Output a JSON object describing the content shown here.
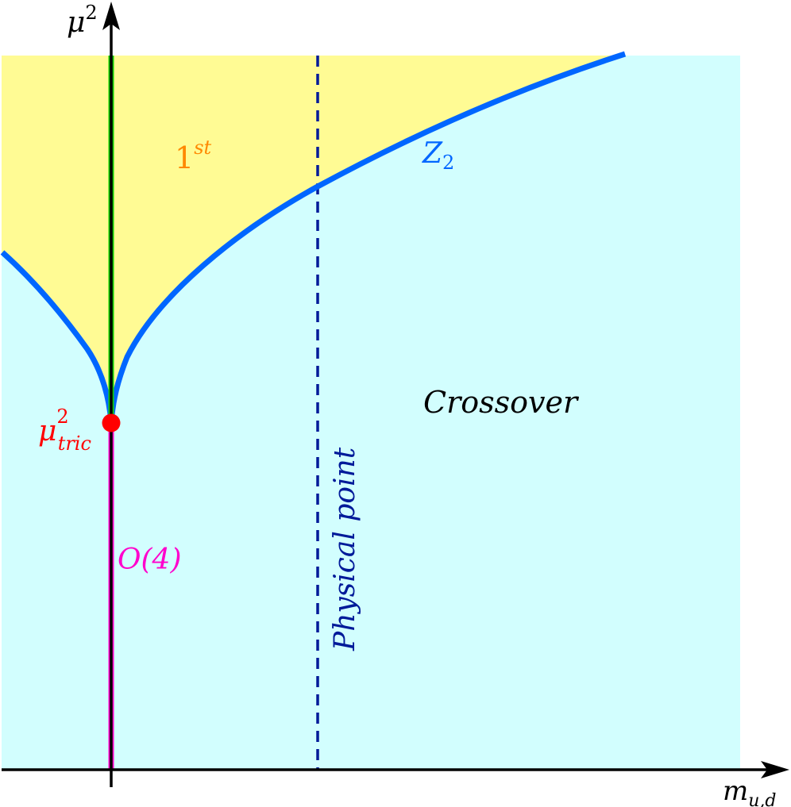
{
  "axes": {
    "y_label": "μ",
    "y_label_sup": "2",
    "x_label": "m",
    "x_label_sub": "u,d"
  },
  "regions": {
    "first_order": {
      "label": "1",
      "label_sup": "st",
      "color": "#fffb94",
      "label_color": "#ff8800"
    },
    "crossover": {
      "label": "Crossover",
      "color": "#d2fefe",
      "label_color": "#000000"
    }
  },
  "lines": {
    "z2": {
      "label": "Z",
      "label_sub": "2",
      "color": "#0066ff"
    },
    "first_order_line": {
      "color": "#11cc00"
    },
    "o4": {
      "label": "O(4)",
      "color": "#ff00cc"
    },
    "physical_point": {
      "label": "Physical point",
      "color": "#001a99"
    }
  },
  "tricritical": {
    "label": "μ",
    "label_sup": "2",
    "label_sub": "tric",
    "color": "#ff0000"
  },
  "chart_data": {
    "type": "diagram",
    "title": "",
    "xlabel": "m_{u,d}",
    "ylabel": "μ²",
    "regions": [
      "1st (first-order)",
      "Crossover"
    ],
    "curves": [
      {
        "name": "Z2",
        "kind": "critical line",
        "shape": "cusp from tricritical point, branches to both sides opening upward"
      },
      {
        "name": "1st",
        "kind": "first-order line along m=0 above μ²_tric"
      },
      {
        "name": "O(4)",
        "kind": "second-order line along m=0 below μ²_tric"
      },
      {
        "name": "Physical point",
        "kind": "dashed vertical line at finite m"
      }
    ],
    "points": [
      {
        "name": "μ²_tric",
        "kind": "tricritical point on m=0 axis"
      }
    ],
    "grid": false
  }
}
